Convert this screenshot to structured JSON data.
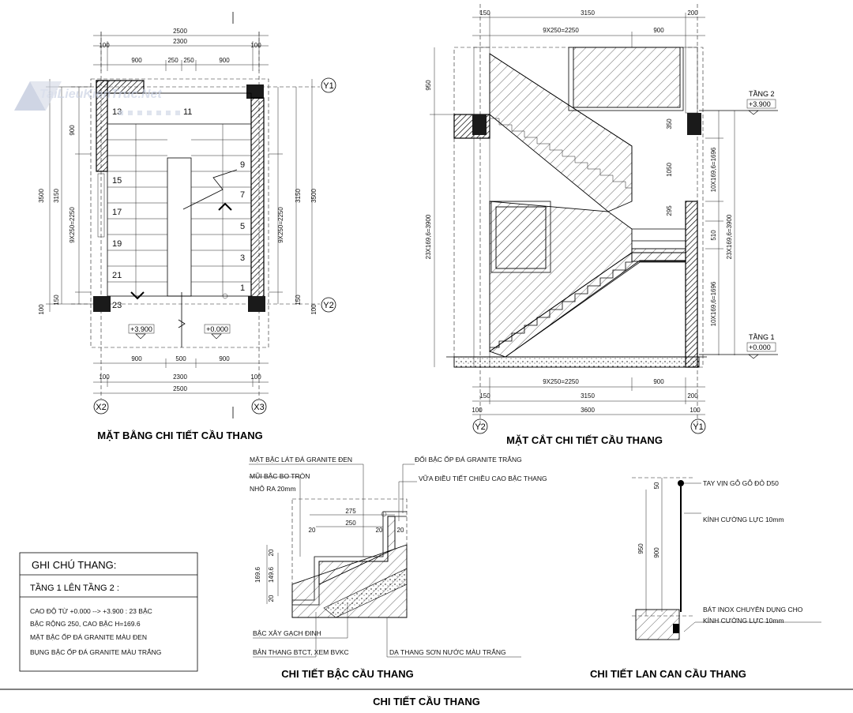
{
  "watermark": "TaiLieuKienTruc.Net",
  "plan": {
    "title": "MẶT BẰNG CHI TIẾT CẦU THANG",
    "axes": {
      "x_left": "X2",
      "x_right": "X3",
      "y_top": "Y1",
      "y_bottom": "Y2"
    },
    "top_dims": {
      "overall": "2500",
      "inner": "2300",
      "side_l": "100",
      "side_r": "100",
      "seg1": "900",
      "seg2": "250",
      "seg3": "250",
      "seg4": "900"
    },
    "bottom_dims": {
      "seg1": "900",
      "seg2": "500",
      "seg3": "900",
      "inner": "2300",
      "overall": "2500",
      "side_l": "100",
      "side_r": "100"
    },
    "left_dims": {
      "d900": "900",
      "d3150": "3150",
      "d3500": "3500",
      "run": "9X250=2250",
      "d150": "150",
      "d100": "100"
    },
    "right_dims": {
      "d3150": "3150",
      "d3500": "3500",
      "run": "9X250=2250",
      "d150": "150",
      "d100": "100"
    },
    "step_numbers_left": [
      "13",
      "15",
      "17",
      "19",
      "21",
      "23"
    ],
    "step_numbers_right": [
      "11",
      "9",
      "7",
      "5",
      "3",
      "1"
    ],
    "levels": {
      "upper": "+3.900",
      "lower": "+0.000"
    }
  },
  "section": {
    "title": "MẶT CẮT CHI TIẾT CẦU THANG",
    "axes": {
      "left": "Y2",
      "right": "Y1"
    },
    "top_dims": {
      "d150": "150",
      "d3150": "3150",
      "d200": "200",
      "run": "9X250=2250",
      "d900": "900"
    },
    "bottom_dims": {
      "run": "9X250=2250",
      "d900": "900",
      "d150": "150",
      "d3150": "3150",
      "d200": "200",
      "d100": "100",
      "d3600": "3600",
      "d100r": "100"
    },
    "left_dims": {
      "d950": "950",
      "total": "23X169,6=3900"
    },
    "right_dims": {
      "d350": "350",
      "d1050": "1050",
      "d295": "295",
      "d510": "510",
      "upper_run": "10X169,6=1696",
      "total": "23X169,6=3900",
      "lower_run": "10X169,6=1696"
    },
    "levels": [
      {
        "name": "TẦNG 2",
        "value": "+3.900"
      },
      {
        "name": "TẦNG 1",
        "value": "+0.000"
      }
    ]
  },
  "notes_box": {
    "header": "GHI CHÚ THANG:",
    "subheader": "TẦNG 1 LÊN TẦNG 2 :",
    "lines": [
      "CAO ĐỘ TỪ +0.000 --> +3.900 : 23 BẬC",
      "BẬC RỘNG 250, CAO BẬC H=169.6",
      "MẶT BẬC ỐP ĐÁ GRANITE MÀU ĐEN",
      "BỤNG BẬC ỐP ĐÁ GRANITE MÀU TRẮNG"
    ]
  },
  "step_detail": {
    "title": "CHI TIẾT BẬC CẦU THANG",
    "labels": {
      "tread": "MẶT BẬC LÁT ĐÁ GRANITE ĐEN",
      "nosing1": "MŨI BẬC BO TRÒN",
      "nosing2": "NHÔ RA 20mm",
      "riser": "ĐỐI BẬC ỐP ĐÁ GRANITE TRẮNG",
      "mortar": "VỮA ĐIỀU TIẾT CHIỀU CAO BẬC THANG",
      "brick": "BẬC XÂY GẠCH ĐINH",
      "slab": "BẢN THANG BTCT, XEM BVKC",
      "underside": "DẠ THANG SƠN NƯỚC MÀU TRẮNG"
    },
    "dims": {
      "d275": "275",
      "d250": "250",
      "d20a": "20",
      "d20b": "20",
      "d20c": "20",
      "d20d": "20",
      "d20e": "20",
      "h1": "169.6",
      "h2": "149.6"
    }
  },
  "railing_detail": {
    "title": "CHI TIẾT LAN CAN CẦU THANG",
    "labels": {
      "handrail": "TAY VỊN GỖ GỖ ĐỎ D50",
      "glass": "KÍNH CƯỜNG LỰC 10mm",
      "bracket1": "BÁT INOX CHUYÊN DỤNG CHO",
      "bracket2": "KÍNH CƯỜNG LỰC 10mm"
    },
    "dims": {
      "d50": "50",
      "d950": "950",
      "d900": "900"
    }
  },
  "sheet_title": "CHI TIẾT CẦU THANG",
  "colors": {
    "line": "#000000",
    "watermark": "#c9d1e3"
  }
}
